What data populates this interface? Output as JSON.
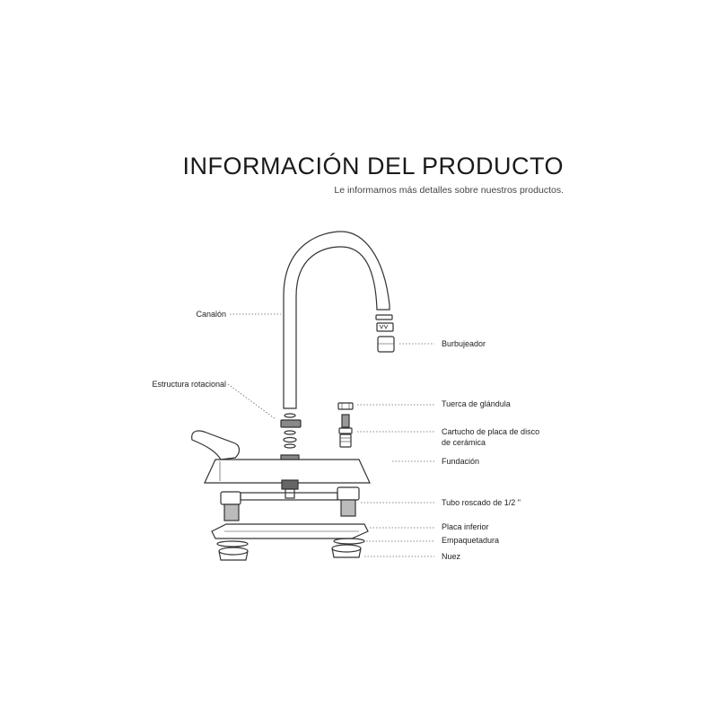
{
  "header": {
    "title": "INFORMACIÓN DEL PRODUCTO",
    "subtitle": "Le informamos más detalles sobre nuestros productos."
  },
  "labels": {
    "canalon": "Canalón",
    "estructura_rotacional": "Estructura rotacional",
    "burbujeador": "Burbujeador",
    "tuerca_glandula": "Tuerca de glándula",
    "cartucho_line1": "Cartucho de placa de disco",
    "cartucho_line2": "de cerámica",
    "fundacion": "Fundación",
    "tubo_roscado": "Tubo roscado de 1/2 \"",
    "placa_inferior": "Placa inferior",
    "empaquetadura": "Empaquetadura",
    "nuez": "Nuez"
  }
}
